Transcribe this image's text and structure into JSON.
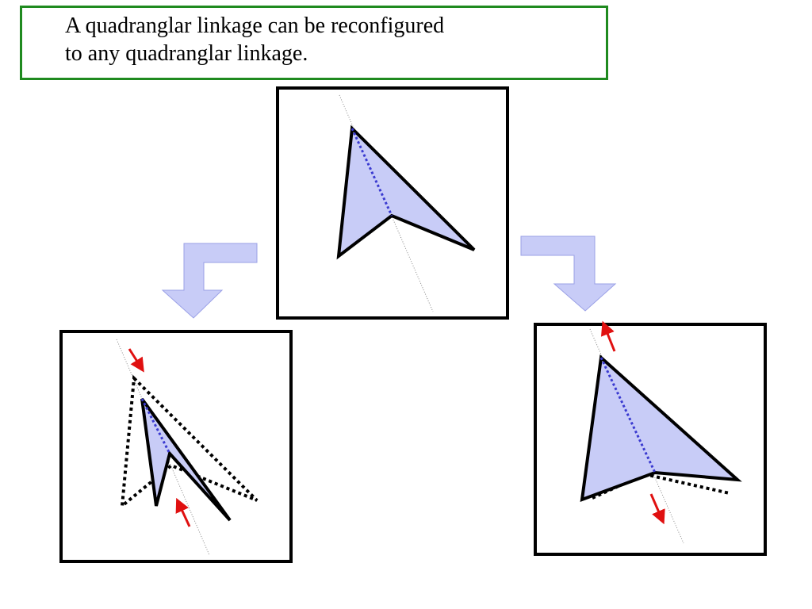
{
  "slide": {
    "title_lines": [
      "A quadranglar linkage can be reconfigured",
      "to any quadranglar linkage."
    ]
  },
  "colors": {
    "title_border": "#1f8a1f",
    "panel_border": "#000000",
    "linkage_fill": "#c8ccf7",
    "diagonal": "#3a3ad0",
    "direction_arrow": "#e01010",
    "flow_arrow_fill": "#c8ccf7",
    "flow_arrow_stroke": "#9aa0e6",
    "axis_line": "#888888"
  },
  "icons": {
    "flow_left": "bent-arrow-down-left",
    "flow_right": "bent-arrow-down-right",
    "motion": "red-direction-arrow"
  }
}
